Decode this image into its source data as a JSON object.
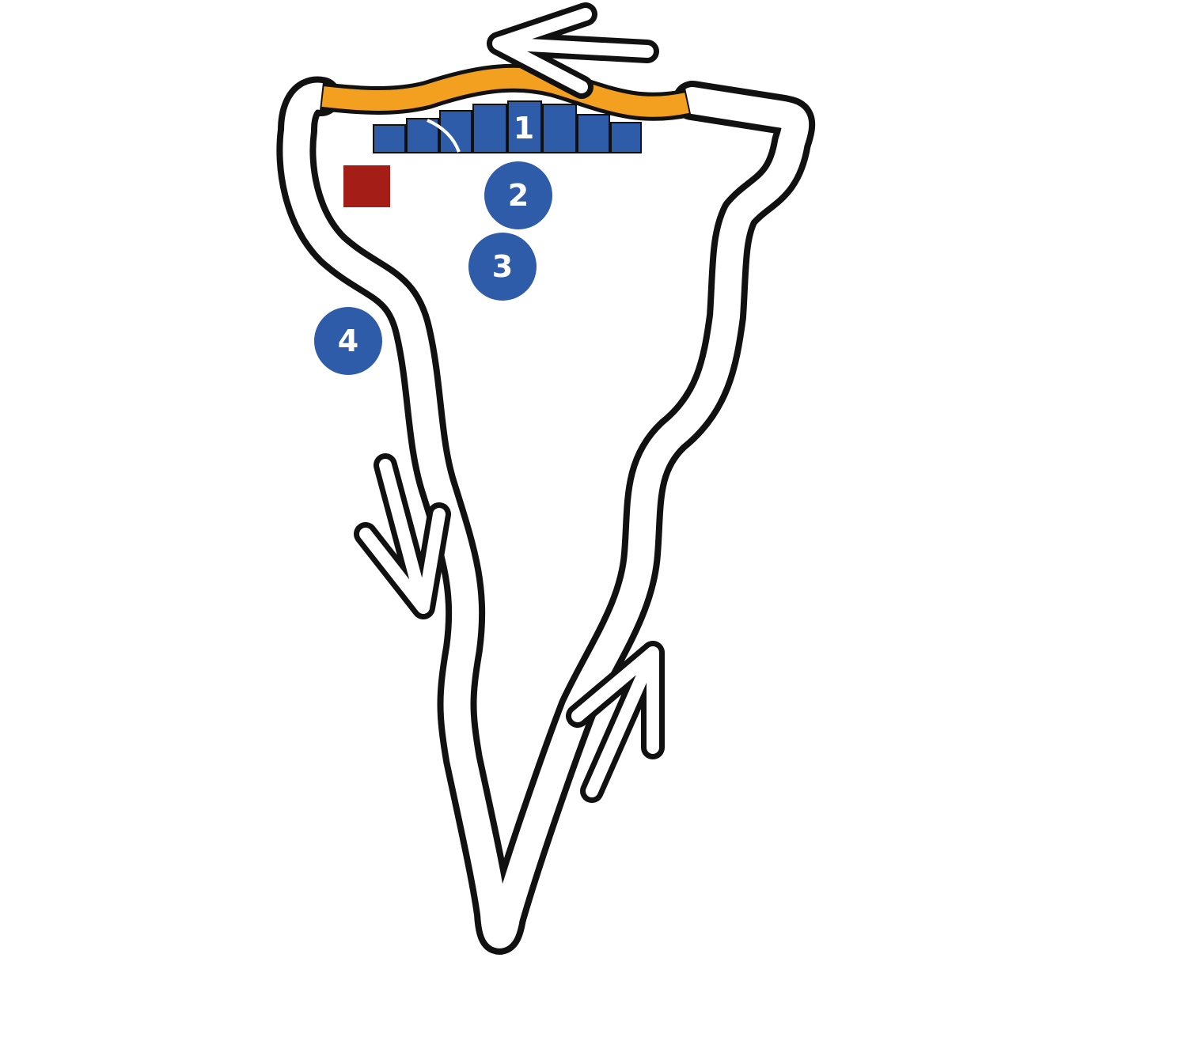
{
  "map": {
    "colors": {
      "background": "#ffffff",
      "track_outline": "#111111",
      "track_surface": "#ffffff",
      "start_straight": "#f3a020",
      "pit_building": "#2f5ca8",
      "marker_fill": "#2f5ca8",
      "marker_text": "#ffffff",
      "red_square": "#a51d17"
    },
    "markers": [
      {
        "id": "1",
        "label": "1"
      },
      {
        "id": "2",
        "label": "2"
      },
      {
        "id": "3",
        "label": "3"
      },
      {
        "id": "4",
        "label": "4"
      }
    ],
    "direction_arrows": [
      {
        "icon": "arrow-left-icon"
      },
      {
        "icon": "arrow-down-icon"
      },
      {
        "icon": "arrow-up-icon"
      }
    ]
  }
}
